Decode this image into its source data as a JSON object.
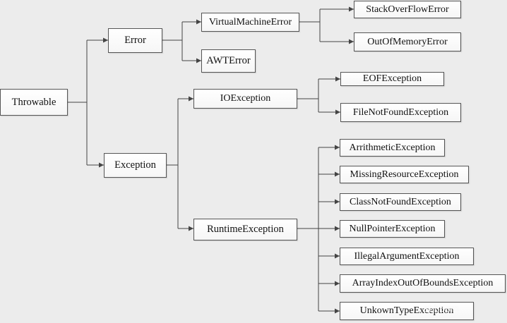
{
  "nodes": {
    "throwable": "Throwable",
    "error": "Error",
    "exception": "Exception",
    "virtual_machine_error": "VirtualMachineError",
    "awt_error": "AWTError",
    "stack_overflow_error": "StackOverFlowError",
    "out_of_memory_error": "OutOfMemoryError",
    "io_exception": "IOException",
    "runtime_exception": "RuntimeException",
    "eof_exception": "EOFException",
    "file_not_found_exception": "FileNotFoundException",
    "arithmetic_exception": "ArrithmeticException",
    "missing_resource_exception": "MissingResourceException",
    "class_not_found_exception": "ClassNotFoundException",
    "null_pointer_exception": "NullPointerException",
    "illegal_argument_exception": "IllegalArgumentException",
    "array_index_out_of_bounds_exception": "ArrayIndexOutOfBoundsException",
    "unknown_type_exception": "UnkownTypeException"
  },
  "watermark": "shboom"
}
